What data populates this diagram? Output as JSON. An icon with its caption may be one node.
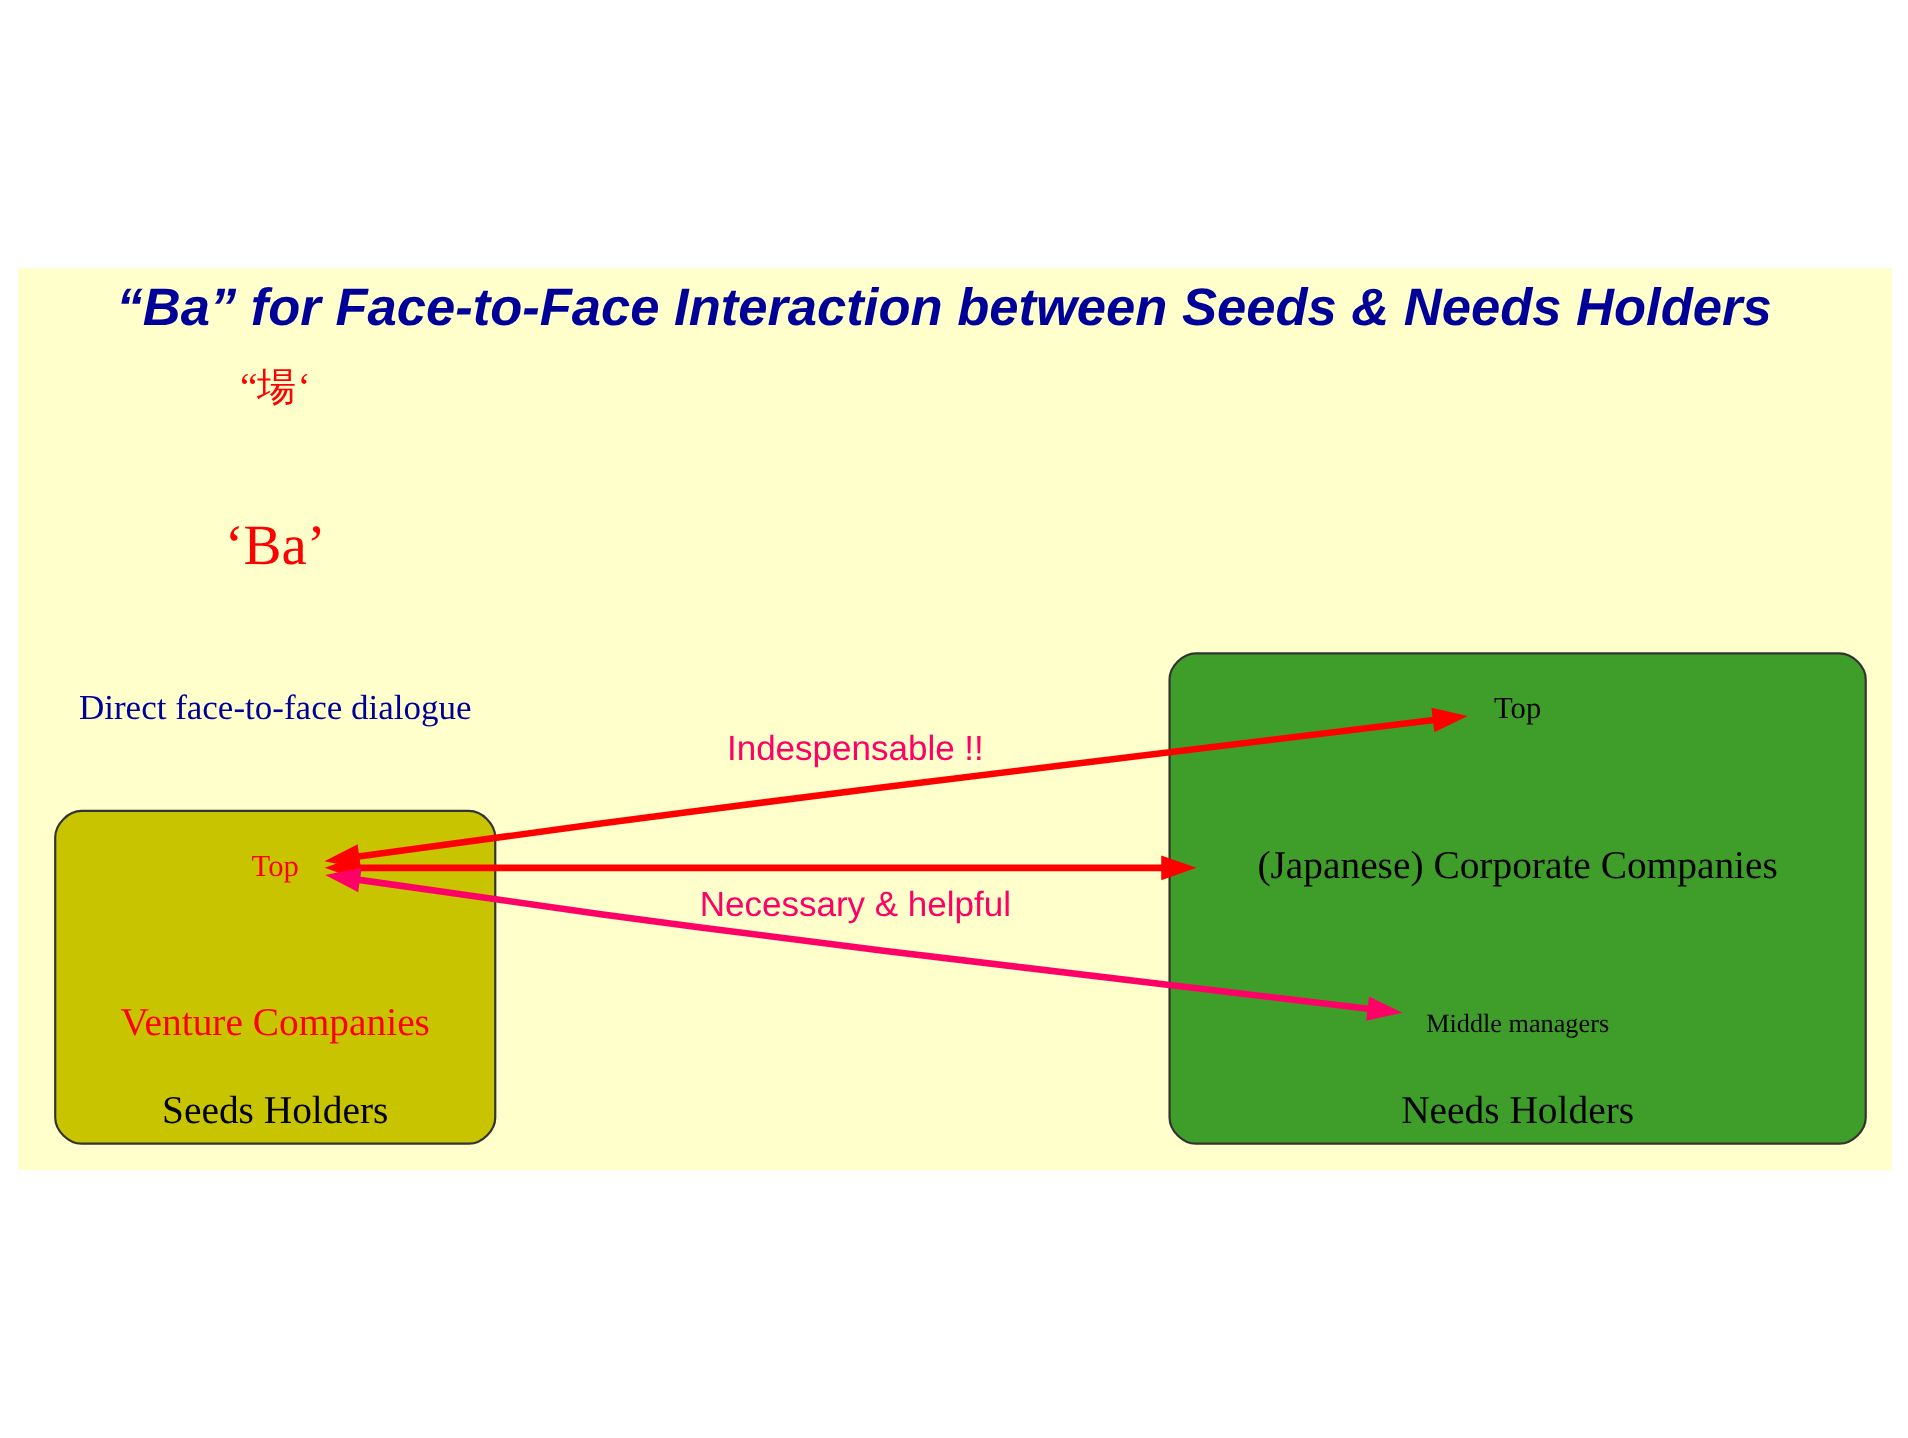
{
  "diagram": {
    "title": "“Ba” for Face-to-Face Interaction between Seeds & Needs Holders",
    "nodes": [
      {
        "text": [],
        "shape": "ellipse",
        "beside": [
          "Seeds Holders"
        ]
      },
      {
        "text": [
          "Top"
        ],
        "in": 0
      },
      {
        "text": [
          "Venture Companies"
        ],
        "in": 0
      },
      {
        "text": [],
        "shape": "ellipse",
        "beside": [
          "Needs Holders"
        ]
      },
      {
        "text": [
          "Top"
        ],
        "in": 3
      },
      {
        "text": [
          "(Japanese) Corporate Companies"
        ],
        "in": 3
      },
      {
        "text": [
          "Middle managers"
        ],
        "in": 3
      }
    ],
    "edges": [
      {
        "from": 1,
        "to": 4,
        "arrow": "both",
        "label": "Indespensable !!"
      },
      {
        "from": 1,
        "to": 5,
        "arrow": "both"
      },
      {
        "from": 1,
        "to": 6,
        "arrow": "both",
        "label": "Necessary & helpful",
        "color": "#ff0066"
      }
    ],
    "labels": [
      "Direct face-to-face dialogue",
      "‘Ba’",
      "“場‘"
    ]
  }
}
